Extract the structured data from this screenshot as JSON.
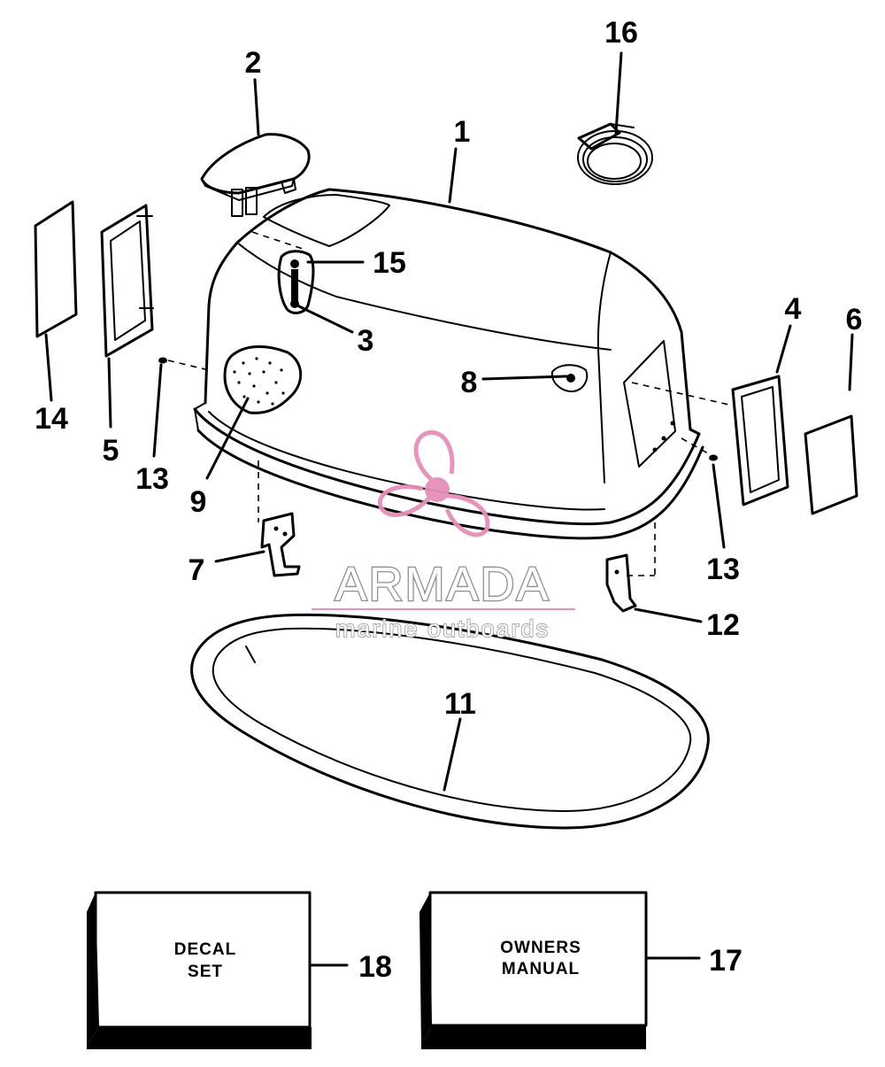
{
  "callouts": {
    "c1": "1",
    "c2": "2",
    "c3": "3",
    "c4": "4",
    "c5": "5",
    "c6": "6",
    "c7": "7",
    "c8": "8",
    "c9": "9",
    "c11": "11",
    "c12": "12",
    "c13_left": "13",
    "c13_right": "13",
    "c14": "14",
    "c15": "15",
    "c16": "16",
    "c17": "17",
    "c18": "18"
  },
  "boxes": {
    "decal_line1": "DECAL",
    "decal_line2": "SET",
    "manual_line1": "OWNERS",
    "manual_line2": "MANUAL"
  },
  "watermark": {
    "name": "ARMADA",
    "tagline": "marine outboards",
    "accent_color": "#e58fb8",
    "text_outline_color": "#8a8a8a"
  }
}
